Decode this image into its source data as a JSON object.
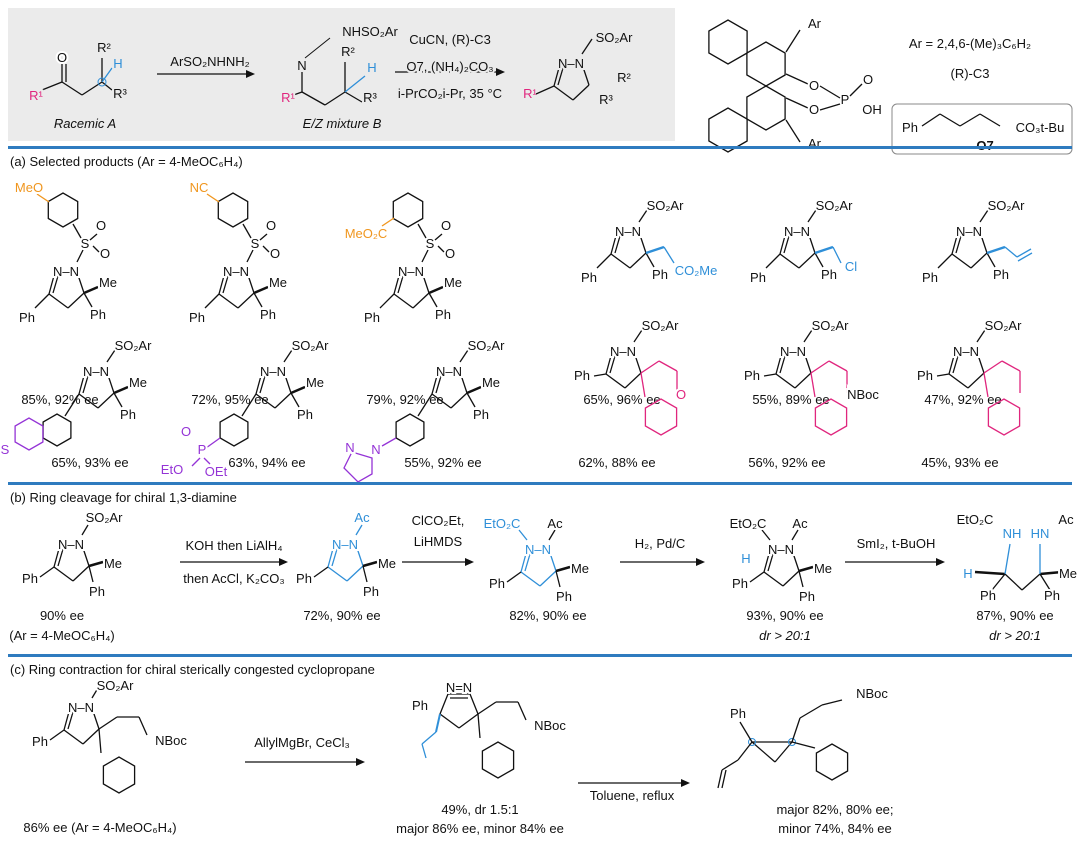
{
  "colors": {
    "r1": "#e0267e",
    "aryl": "#f0961e",
    "blue": "#2f8fd8",
    "purple": "#9433d6",
    "pink": "#e0267e",
    "rule": "#2e7bbf",
    "box": "#ebebeb"
  },
  "scheme": {
    "ketone": {
      "o": "O",
      "r1": "R¹",
      "r2": "R²",
      "r3": "R³",
      "h": "H",
      "label": "Racemic A"
    },
    "reagent1": "ArSO₂NHNH₂",
    "hydrazone": {
      "nhso2ar": "NHSO₂Ar",
      "n": "N",
      "r1": "R¹",
      "r2": "R²",
      "r3": "R³",
      "h": "H",
      "label": "E/Z mixture B"
    },
    "conditions": [
      "CuCN, (R)-C3",
      "O7, (NH₄)₂CO₃",
      "i-PrCO₂i-Pr, 35 °C"
    ],
    "product": {
      "so2ar": "SO₂Ar",
      "nn": "N–N",
      "r1": "R¹",
      "r2": "R²",
      "r3": "R³"
    },
    "catalyst": {
      "ar_top": "Ar",
      "ar_bottom": "Ar",
      "o1": "O",
      "o2": "O",
      "p": "P",
      "o3": "O",
      "oh": "OH",
      "ar_def": "Ar = 2,4,6-(Me)₃C₆H₂",
      "name": "(R)-C3"
    },
    "oxidant": {
      "ph": "Ph",
      "ester": "CO₃t-Bu",
      "name": "O7"
    }
  },
  "section_a": {
    "title": "(a) Selected products (Ar = 4-MeOC₆H₄)",
    "products": [
      {
        "sub": "MeO",
        "yield": "85%, 92% ee",
        "c5a": "Me",
        "c5b": "Ph"
      },
      {
        "sub": "NC",
        "yield": "72%, 95% ee",
        "c5a": "Me",
        "c5b": "Ph"
      },
      {
        "sub": "MeO₂C",
        "yield": "79%, 92% ee",
        "c5a": "Me",
        "c5b": "Ph"
      },
      {
        "sub": "CO₂Me",
        "yield": "65%, 96% ee",
        "c5b": "Ph"
      },
      {
        "sub": "Cl",
        "yield": "55%, 89% ee",
        "c5b": "Ph"
      },
      {
        "sub": "",
        "yield": "47%, 92% ee",
        "c5b": "Ph"
      },
      {
        "sub": "S",
        "yield": "65%, 93% ee",
        "c5a": "Me",
        "c5b": "Ph"
      },
      {
        "sub": "P",
        "o": "O",
        "eto1": "EtO",
        "eto2": "OEt",
        "yield": "63%, 94% ee",
        "c5a": "Me",
        "c5b": "Ph"
      },
      {
        "sub": "N",
        "sub2": "N",
        "yield": "55%, 92% ee",
        "c5a": "Me",
        "c5b": "Ph"
      },
      {
        "sub": "O",
        "yield": "62%, 88% ee"
      },
      {
        "sub": "NBoc",
        "yield": "56%, 92% ee"
      },
      {
        "sub": "",
        "yield": "45%, 93% ee"
      }
    ],
    "so2ar": "SO₂Ar",
    "ph": "Ph",
    "s": "S",
    "o": "O",
    "nn": "N–N"
  },
  "section_b": {
    "title": "(b) Ring cleavage for chiral 1,3-diamine",
    "step1": [
      "KOH then LiAlH₄",
      "then AcCl, K₂CO₃"
    ],
    "step2": [
      "ClCO₂Et,",
      "LiHMDS"
    ],
    "step3": "H₂, Pd/C",
    "step4": "SmI₂, t-BuOH",
    "start": {
      "ee": "90% ee",
      "ar": "(Ar = 4-MeOC₆H₄)"
    },
    "yields": [
      "72%, 90% ee",
      "82%, 90% ee",
      "93%, 90% ee",
      "87%, 90% ee"
    ],
    "dr": [
      "dr > 20:1",
      "dr > 20:1"
    ],
    "labels": {
      "so2ar": "SO₂Ar",
      "ac": "Ac",
      "eto2c": "EtO₂C",
      "me": "Me",
      "ph": "Ph",
      "h": "H",
      "nh": "NH",
      "hn": "HN",
      "nn": "N–N"
    }
  },
  "section_c": {
    "title": "(c) Ring contraction for chiral sterically congested cyclopropane",
    "step1": "AllylMgBr, CeCl₃",
    "step2": "Toluene, reflux",
    "start": "86% ee (Ar = 4-MeOC₆H₄)",
    "mid": [
      "49%, dr 1.5:1",
      "major 86% ee, minor 84% ee"
    ],
    "end": [
      "major 82%, 80% ee;",
      "minor 74%, 84% ee"
    ],
    "labels": {
      "so2ar": "SO₂Ar",
      "nboc": "NBoc",
      "ph": "Ph",
      "nn": "N–N",
      "n_n": "N=N"
    }
  }
}
